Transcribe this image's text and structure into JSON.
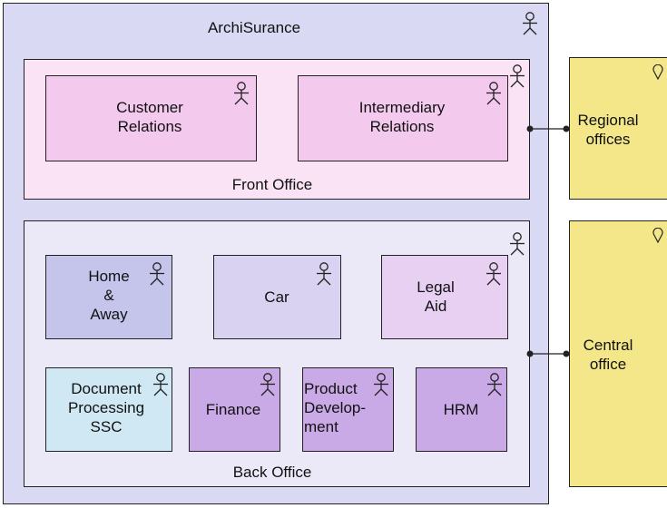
{
  "colors": {
    "outer": "#d9d9f3",
    "front_office": "#fae3f5",
    "back_office": "#ebe8f8",
    "customer_relations": "#f3c9ed",
    "intermediary_relations": "#f3c9ed",
    "home_away": "#c5c5ec",
    "car": "#d9d2f0",
    "legal_aid": "#e8d0f2",
    "document_processing": "#cfe8f4",
    "finance": "#c9a9e6",
    "product_development": "#c9a9e6",
    "hrm": "#c9a9e6",
    "location": "#f3e78a",
    "line": "#222222"
  },
  "icons": {
    "actor": "actor-icon",
    "location": "location-pin-icon"
  },
  "diagram": {
    "organization": "ArchiSurance",
    "front_office": {
      "label": "Front Office",
      "units": [
        "Customer\nRelations",
        "Intermediary\nRelations"
      ]
    },
    "back_office": {
      "label": "Back Office",
      "units_row1": [
        "Home\n&\nAway",
        "Car",
        "Legal\nAid"
      ],
      "units_row2": [
        "Document\nProcessing\nSSC",
        "Finance",
        "Product\nDevelop-\nment",
        "HRM"
      ]
    },
    "locations": [
      "Regional\noffices",
      "Central\noffice"
    ]
  }
}
